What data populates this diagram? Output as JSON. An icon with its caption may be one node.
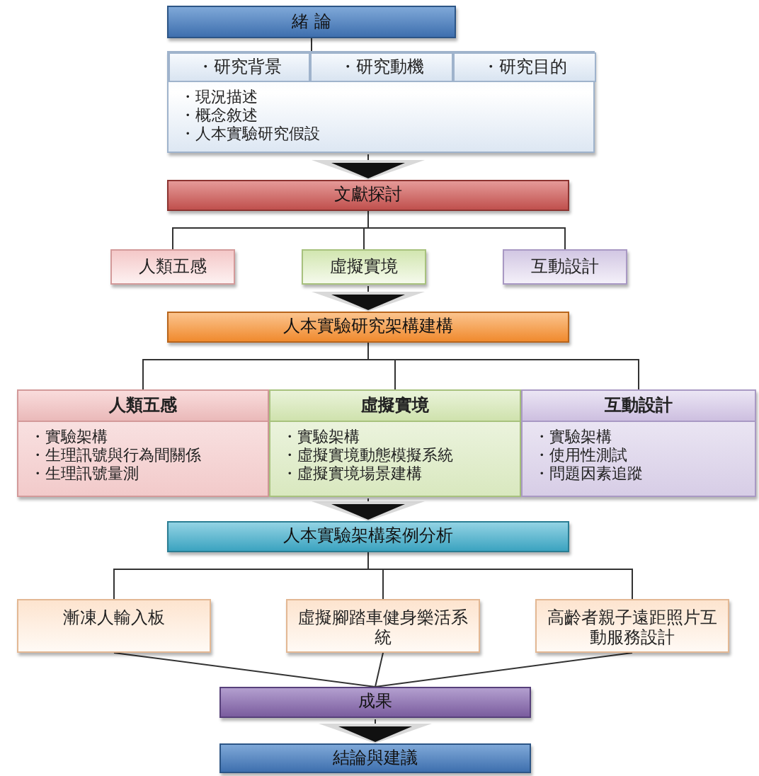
{
  "diagram": {
    "nodes": [
      {
        "text": [
          "緒 論"
        ]
      },
      {
        "text": [
          "・現況描述",
          "・概念敘述",
          "・人本實驗研究假設"
        ]
      },
      {
        "text": [
          "・研究背景"
        ],
        "in": 1
      },
      {
        "text": [
          "・研究動機"
        ],
        "in": 1
      },
      {
        "text": [
          "・研究目的"
        ],
        "in": 1
      },
      {
        "text": [
          "文獻探討"
        ]
      },
      {
        "text": [
          "人類五感"
        ]
      },
      {
        "text": [
          "虛擬實境"
        ]
      },
      {
        "text": [
          "互動設計"
        ]
      },
      {
        "text": [
          "人本實驗研究架構建構"
        ]
      },
      {
        "text": [
          "人類五感",
          "・實驗架構",
          "・生理訊號與行為間關係",
          "・生理訊號量測"
        ]
      },
      {
        "text": [
          "虛擬實境",
          "・實驗架構",
          "・虛擬實境動態模擬系統",
          "・虛擬實境場景建構"
        ]
      },
      {
        "text": [
          "互動設計",
          "・實驗架構",
          "・使用性測試",
          "・問題因素追蹤"
        ]
      },
      {
        "text": [
          "人本實驗架構案例分析"
        ]
      },
      {
        "text": [
          "漸凍人輸入板"
        ]
      },
      {
        "text": [
          "虛擬腳踏車健身樂活系統"
        ]
      },
      {
        "text": [
          "高齡者親子遠距照片互動服務設計"
        ]
      },
      {
        "text": [
          "成果"
        ]
      },
      {
        "text": [
          "結論與建議"
        ]
      }
    ],
    "edges": [
      {
        "from": 0,
        "to": 1,
        "arrow": "none"
      },
      {
        "from": 1,
        "to": 5,
        "arrow": "to"
      },
      {
        "from": 5,
        "to": 6,
        "arrow": "none"
      },
      {
        "from": 5,
        "to": 7,
        "arrow": "none"
      },
      {
        "from": 5,
        "to": 8,
        "arrow": "none"
      },
      {
        "from": 7,
        "to": 9,
        "arrow": "to"
      },
      {
        "from": 9,
        "to": 10,
        "arrow": "none"
      },
      {
        "from": 9,
        "to": 11,
        "arrow": "none"
      },
      {
        "from": 9,
        "to": 12,
        "arrow": "none"
      },
      {
        "from": 11,
        "to": 13,
        "arrow": "to"
      },
      {
        "from": 13,
        "to": 14,
        "arrow": "none"
      },
      {
        "from": 13,
        "to": 15,
        "arrow": "none"
      },
      {
        "from": 13,
        "to": 16,
        "arrow": "none"
      },
      {
        "from": 14,
        "to": 17,
        "arrow": "none"
      },
      {
        "from": 15,
        "to": 17,
        "arrow": "none"
      },
      {
        "from": 16,
        "to": 17,
        "arrow": "none"
      },
      {
        "from": 17,
        "to": 18,
        "arrow": "to"
      }
    ]
  }
}
